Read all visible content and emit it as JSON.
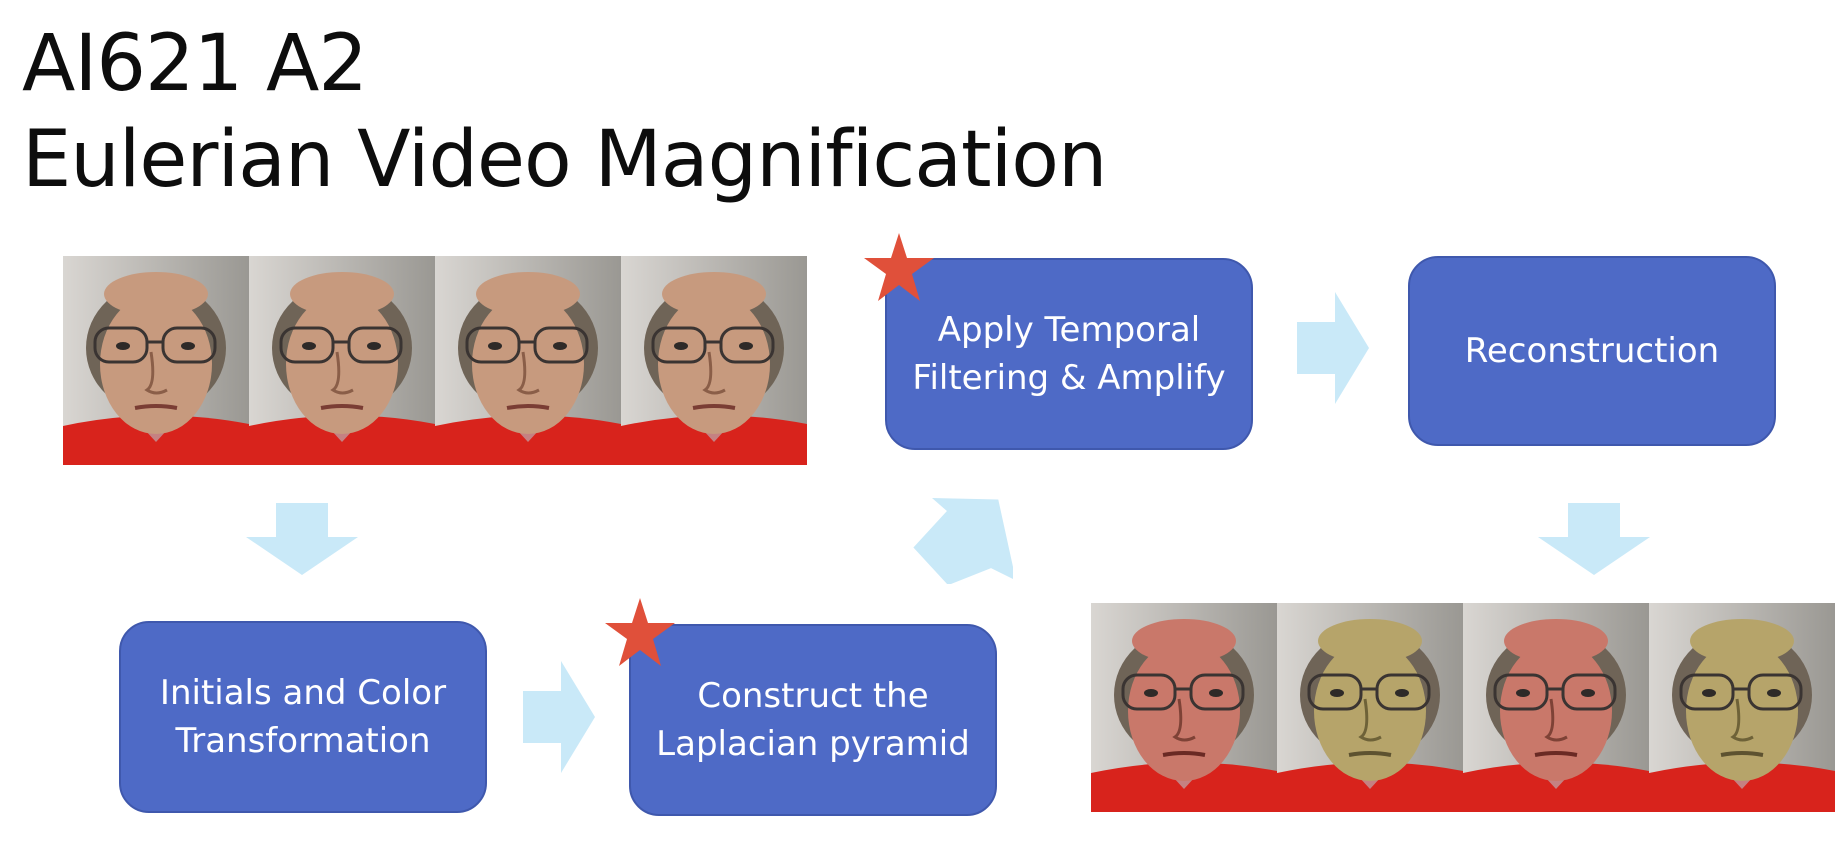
{
  "title": {
    "line1": "AI621 A2",
    "line2": "Eulerian Video Magnification"
  },
  "steps": {
    "initials": "Initials and Color\nTransformation",
    "laplacian": "Construct the\nLaplacian pyramid",
    "temporal": "Apply Temporal\nFiltering & Amplify",
    "reconstruction": "Reconstruction"
  },
  "highlighted_steps": [
    "laplacian",
    "temporal"
  ],
  "colors": {
    "box": "#4e6ac6",
    "arrow": "#c9e9f8",
    "star": "#e0503a",
    "input_skin": "#c79a7e",
    "output_skin_red": "#c9786a",
    "output_skin_yellow": "#b6a46a",
    "shirt": "#d8231c"
  },
  "frames": {
    "input": [
      "original",
      "original",
      "original",
      "original"
    ],
    "output": [
      "red-tint",
      "yellow-tint",
      "red-tint",
      "yellow-tint"
    ]
  }
}
